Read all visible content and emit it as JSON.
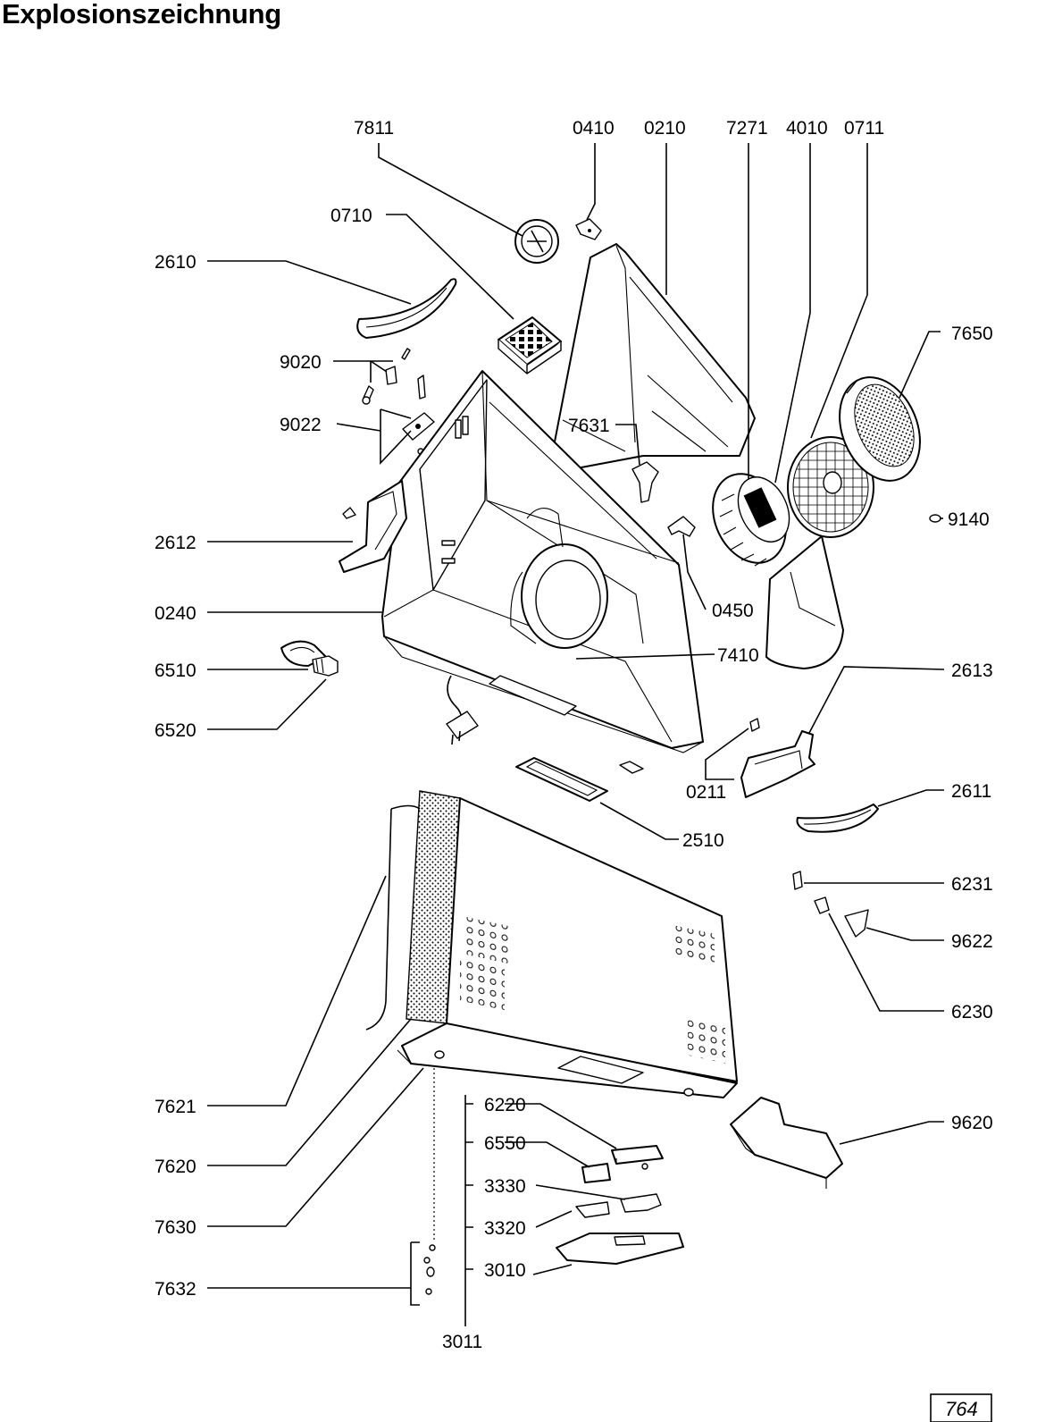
{
  "title": "Explosionszeichnung",
  "page_number": "764",
  "labels": {
    "p7811": "7811",
    "p0410": "0410",
    "p0210": "0210",
    "p7271": "7271",
    "p4010": "4010",
    "p0711": "0711",
    "p0710": "0710",
    "p2610": "2610",
    "p7650": "7650",
    "p9020": "9020",
    "p9022": "9022",
    "p7631": "7631",
    "p9140": "9140",
    "p2612": "2612",
    "p0450": "0450",
    "p0240": "0240",
    "p7410": "7410",
    "p6510": "6510",
    "p2613": "2613",
    "p6520": "6520",
    "p0211": "0211",
    "p2611": "2611",
    "p2510": "2510",
    "p6231": "6231",
    "p9622": "9622",
    "p6230": "6230",
    "p7621": "7621",
    "p6220": "6220",
    "p9620": "9620",
    "p6550": "6550",
    "p7620": "7620",
    "p3330": "3330",
    "p7630": "7630",
    "p3320": "3320",
    "p7632": "7632",
    "p3010": "3010",
    "p3011": "3011"
  }
}
